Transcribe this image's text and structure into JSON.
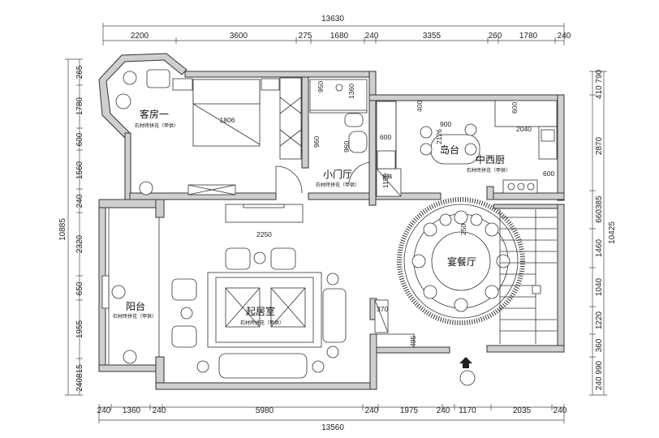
{
  "dims_top_total": "13630",
  "dims_top": [
    "2200",
    "3600",
    "275",
    "1680",
    "240",
    "3355",
    "260",
    "1780",
    "240"
  ],
  "dims_bottom_total": "13560",
  "dims_bottom": [
    "240",
    "1360",
    "240",
    "5980",
    "240",
    "1975",
    "240",
    "1170",
    "2035",
    "240"
  ],
  "dims_left_total": "10885",
  "dims_left": [
    "265",
    "1780",
    "600",
    "1560",
    "240",
    "2320",
    "650",
    "1955",
    "240815"
  ],
  "dims_right_total": "10425",
  "dims_right": [
    "410 790",
    "2870",
    "660385",
    "1460",
    "1040",
    "1220",
    "360",
    "240 990"
  ],
  "rooms": {
    "guest": "客房一",
    "foyer": "小门厅",
    "kitchen": "中西厨",
    "island": "岛台",
    "dining": "宴餐厅",
    "living": "起居室",
    "balcony": "阳台"
  },
  "floor_note": "石材砖拼花（甲供）",
  "inner_dims": {
    "bed": "1806",
    "wc_950": "950",
    "wc_1360": "1360",
    "wc_960a": "960",
    "wc_960b": "960",
    "k_400": "400",
    "k_900": "900",
    "k_2126": "2126",
    "k_600a": "600",
    "k_600b": "600",
    "k_2040": "2040",
    "k_600c": "600",
    "k_1150": "1150",
    "tv_2250": "2250",
    "r_370": "370",
    "r_495": "495",
    "d_250": "250"
  },
  "fridge_label": "冰箱",
  "colors": {
    "wall": "#cfcfcf",
    "line": "#333333"
  }
}
